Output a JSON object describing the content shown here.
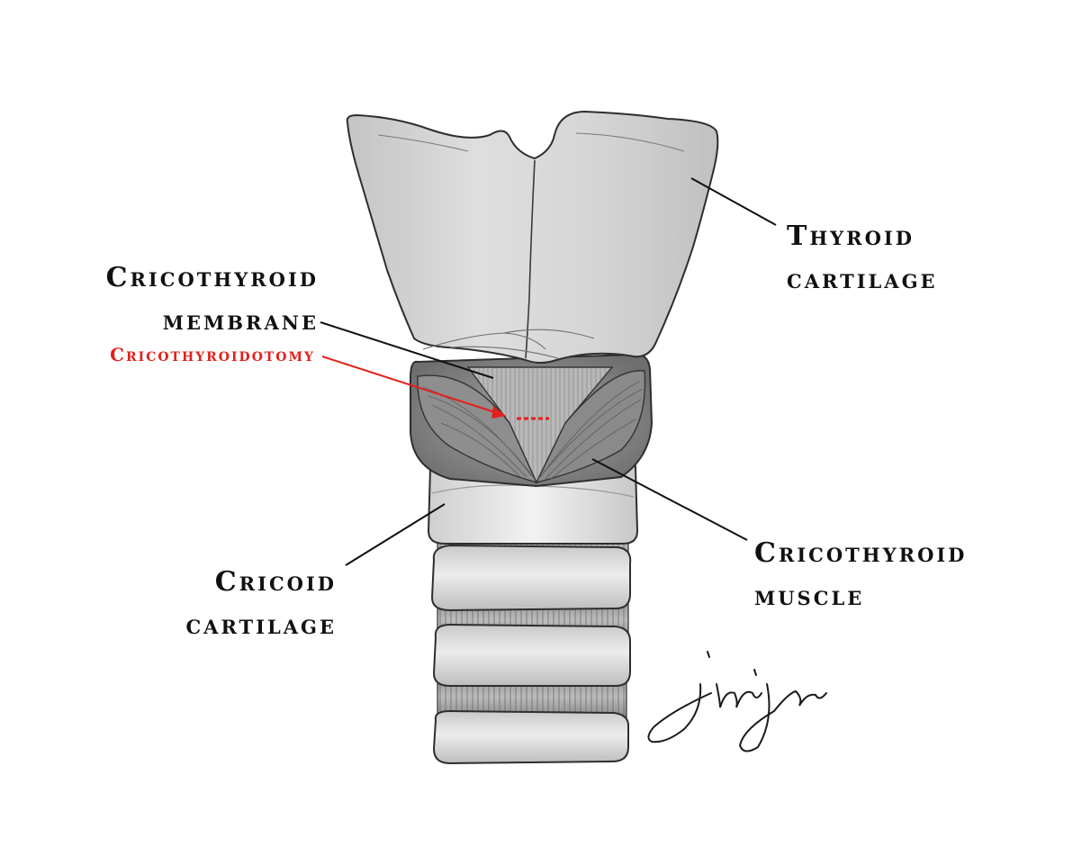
{
  "labels": {
    "thyroid_line1": "Thyroid",
    "thyroid_line2": "cartilage",
    "cricothyroid_membrane_line1": "Cricothyroid",
    "cricothyroid_membrane_line2": "membrane",
    "cricothyroidotomy": "Cricothyroidotomy",
    "cricoid_line1": "Cricoid",
    "cricoid_line2": "cartilage",
    "cricothyroid_muscle_line1": "Cricothyroid",
    "cricothyroid_muscle_line2": "muscle"
  },
  "colors": {
    "label_text": "#111111",
    "highlight": "#e3201b",
    "cartilage_fill": "#d8d8d8",
    "muscle_fill": "#8c8c8c",
    "outline": "#333333"
  },
  "signature": "Jin Yu"
}
